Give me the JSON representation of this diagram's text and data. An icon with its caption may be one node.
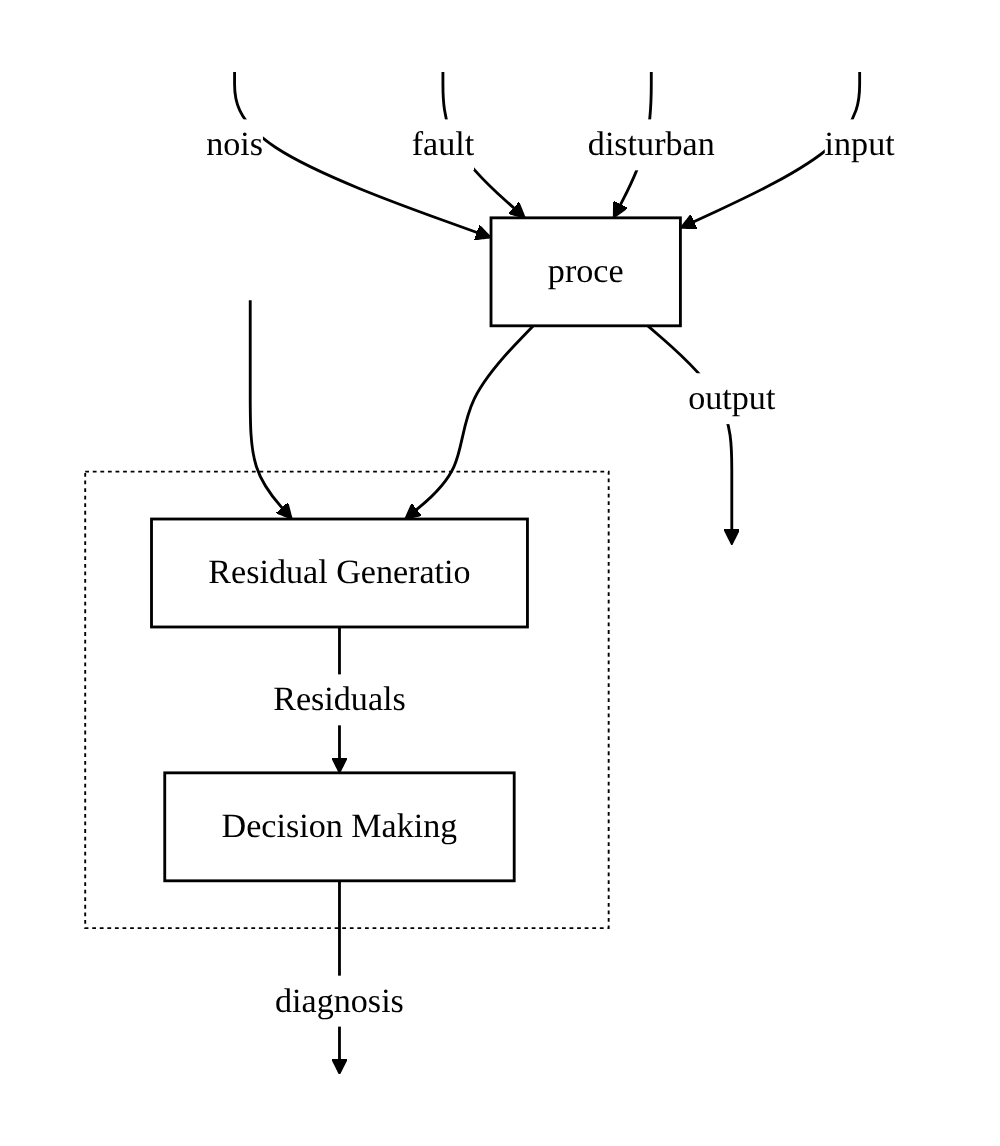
{
  "diagram": {
    "nodes": [
      {
        "text": [
          "proce"
        ]
      },
      {
        "text": [],
        "shape": "box"
      },
      {
        "text": [
          "Residual Generatio"
        ],
        "in": 1
      },
      {
        "text": [
          "Decision Making"
        ],
        "in": 1
      }
    ],
    "edges": [
      {
        "from": null,
        "to": 0,
        "arrow": "to",
        "label": "nois"
      },
      {
        "from": null,
        "to": 0,
        "arrow": "to",
        "label": "fault"
      },
      {
        "from": null,
        "to": 0,
        "arrow": "to",
        "label": "disturban"
      },
      {
        "from": null,
        "to": 0,
        "arrow": "to",
        "label": "input"
      },
      {
        "from": null,
        "to": 2,
        "arrow": "to"
      },
      {
        "from": 0,
        "to": null,
        "arrow": "to",
        "label": "output"
      },
      {
        "from": 0,
        "to": 2,
        "arrow": "to"
      },
      {
        "from": 2,
        "to": 3,
        "arrow": "to",
        "label": "Residuals"
      },
      {
        "from": 3,
        "to": null,
        "arrow": "to",
        "label": "diagnosis"
      }
    ]
  }
}
